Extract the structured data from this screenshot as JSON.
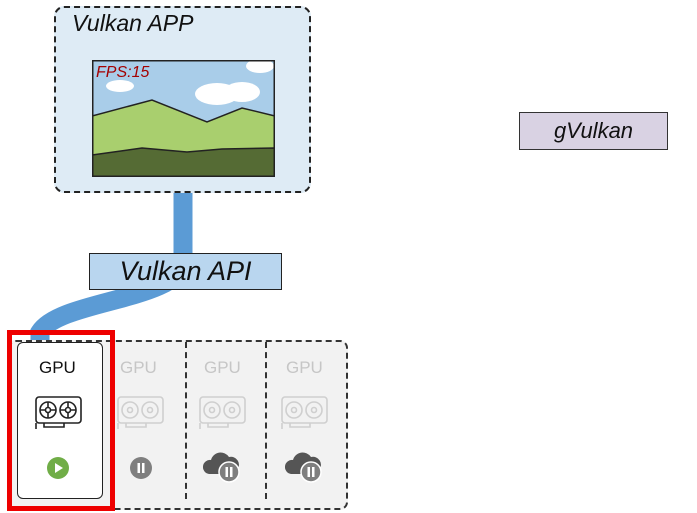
{
  "app": {
    "title": "Vulkan APP",
    "fps": "FPS:15"
  },
  "api": {
    "label": "Vulkan API"
  },
  "gvulkan": {
    "label": "gVulkan"
  },
  "gpus": [
    {
      "label": "GPU",
      "state": "running",
      "status_icon": "play-icon"
    },
    {
      "label": "GPU",
      "state": "paused",
      "status_icon": "pause-icon"
    },
    {
      "label": "GPU",
      "state": "cloud-paused",
      "status_icon": "cloud-pause-icon"
    },
    {
      "label": "GPU",
      "state": "cloud-paused",
      "status_icon": "cloud-pause-icon"
    }
  ],
  "colors": {
    "app_bg": "#deebf5",
    "api_bg": "#b9d6ef",
    "pipe": "#5b9bd5",
    "gvulkan_bg": "#d9d2e3",
    "highlight": "#ee0000",
    "running": "#70ad47",
    "paused": "#7f7f7f",
    "fps": "#a40000"
  }
}
